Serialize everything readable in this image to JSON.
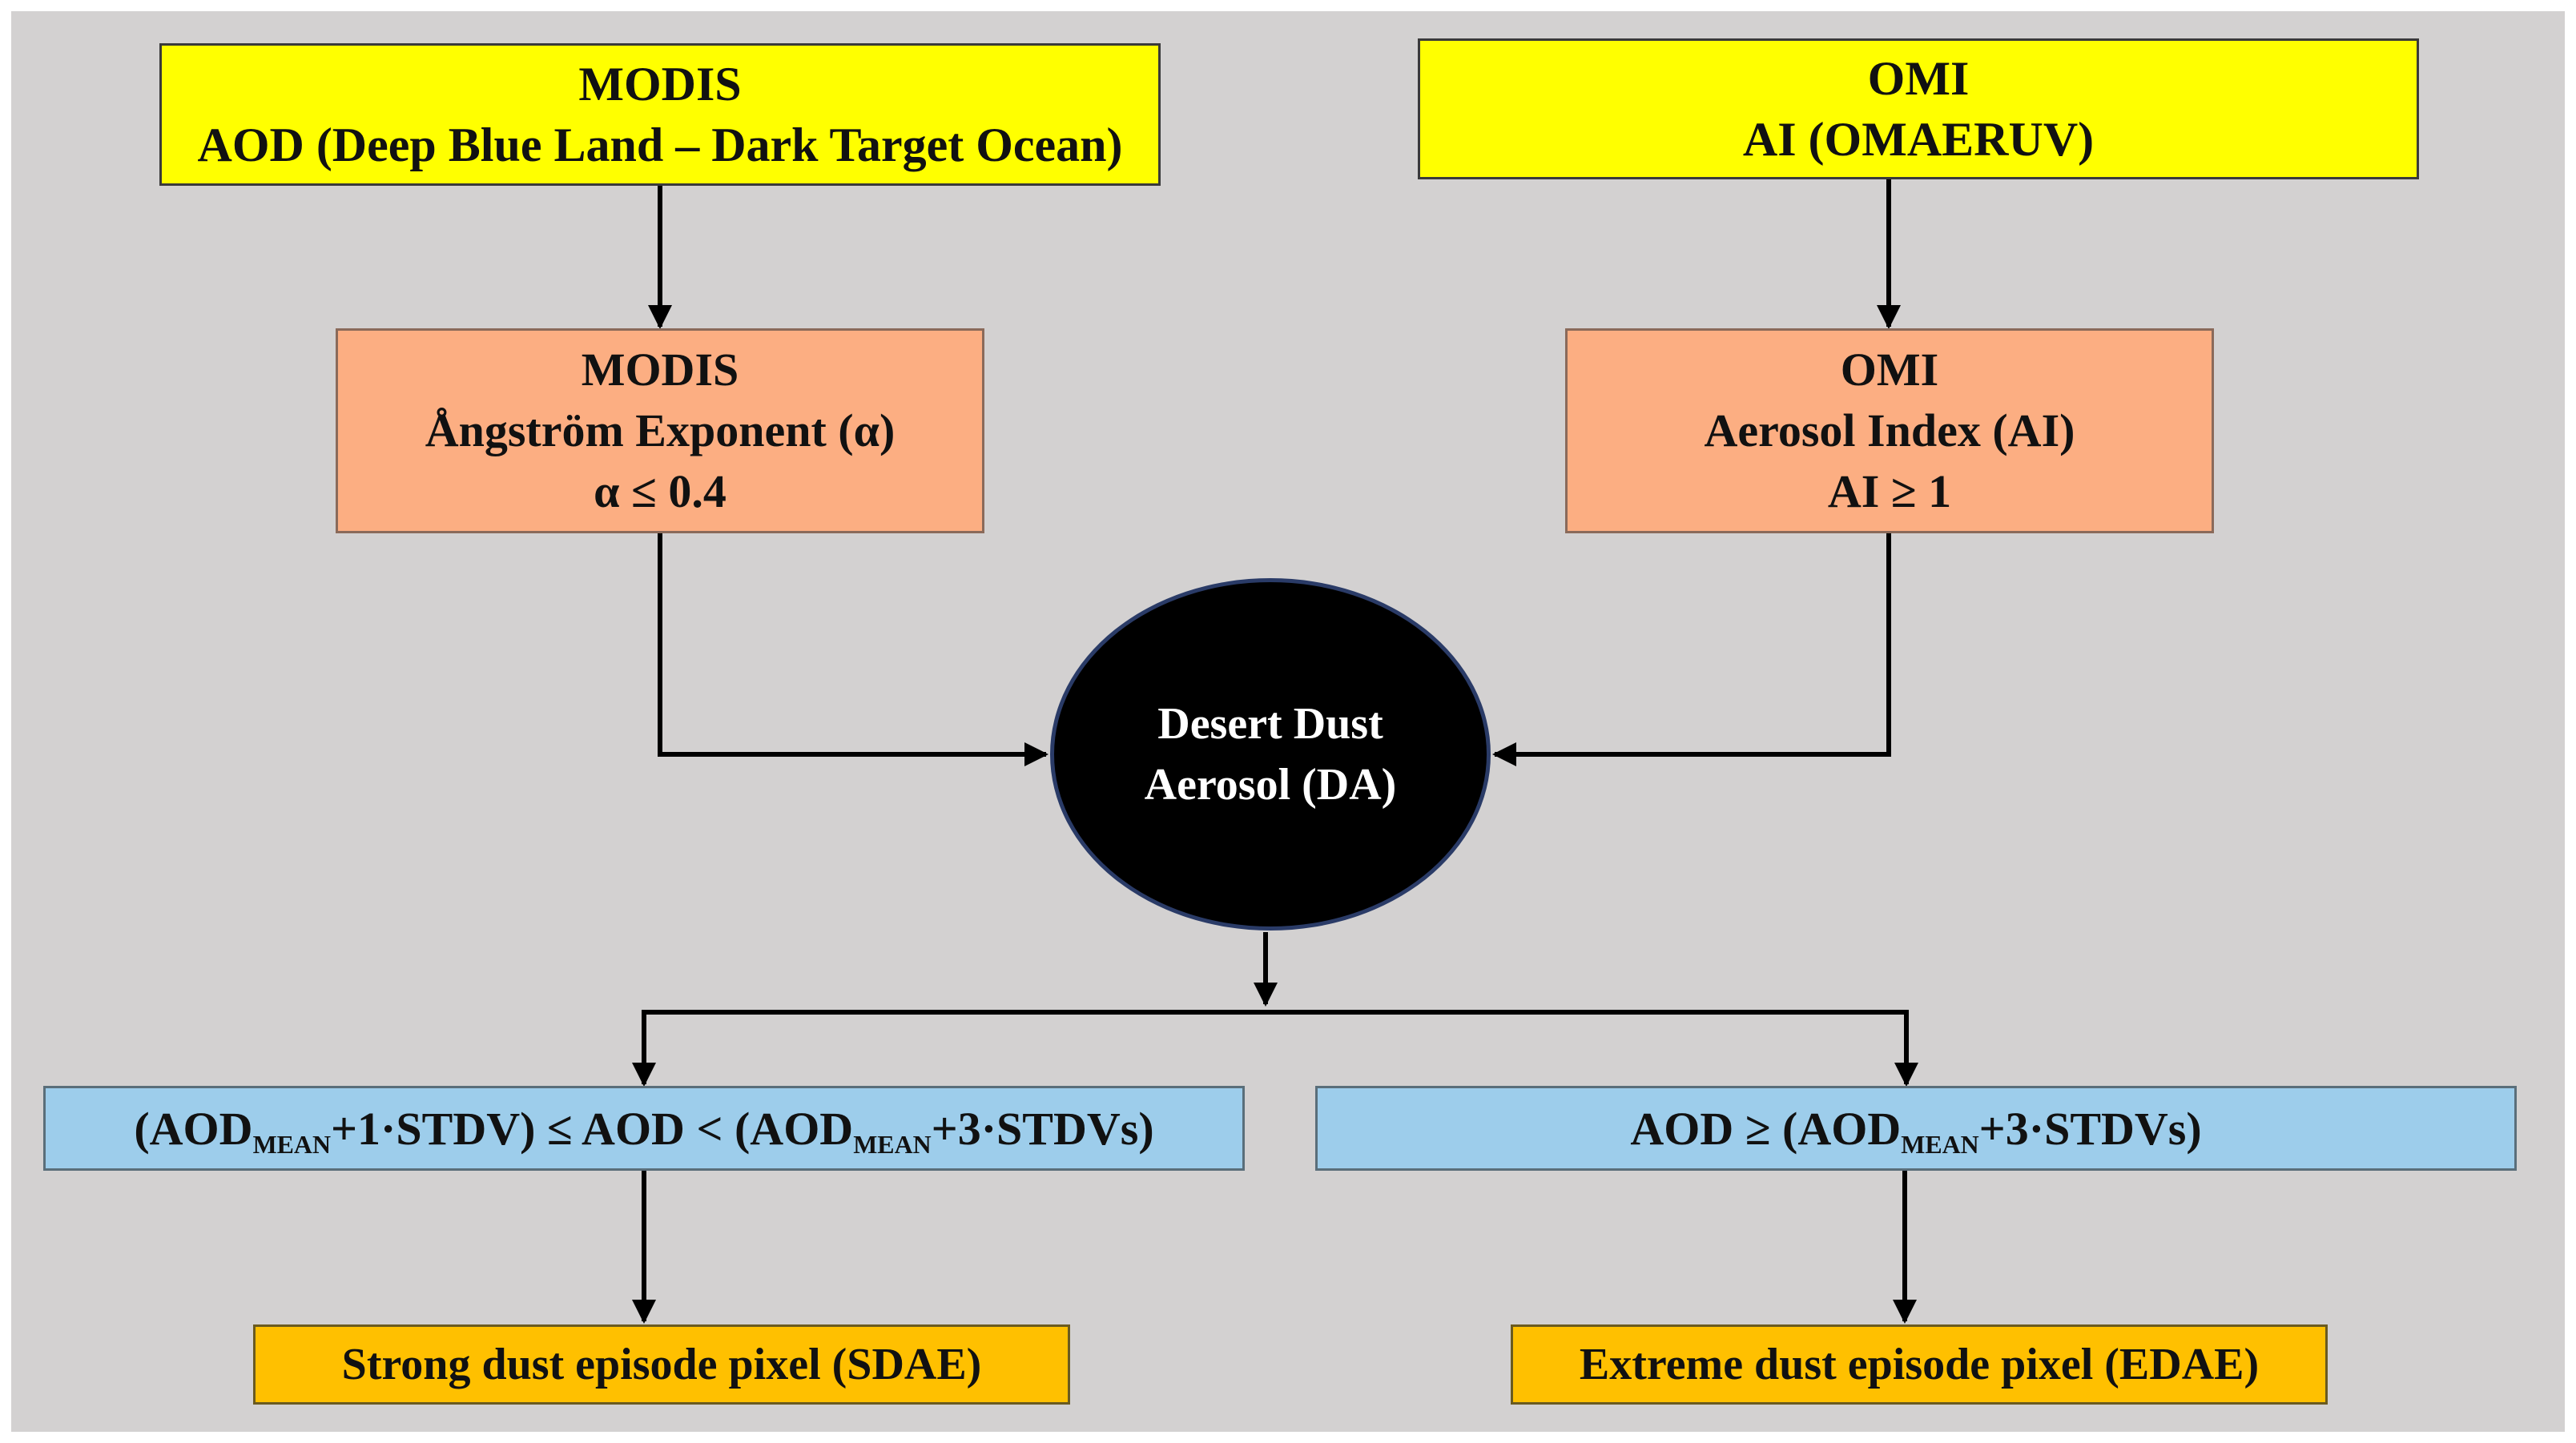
{
  "modis_aod": {
    "title": "MODIS",
    "subtitle": "AOD (Deep Blue Land – Dark Target Ocean)"
  },
  "omi_ai": {
    "title": "OMI",
    "subtitle": "AI (OMAERUV)"
  },
  "modis_alpha": {
    "title": "MODIS",
    "subtitle": "Ångström Exponent (α)",
    "condition": "α ≤ 0.4"
  },
  "omi_index": {
    "title": "OMI",
    "subtitle": "Aerosol Index (AI)",
    "condition": "AI ≥ 1"
  },
  "dust": {
    "line1": "Desert Dust",
    "line2": "Aerosol (DA)"
  },
  "strong_condition": {
    "p1": "(AOD",
    "sub1": "MEAN",
    "p2": "+1·STDV) ≤  AOD < (AOD",
    "sub2": "MEAN",
    "p3": "+3·STDVs)"
  },
  "extreme_condition": {
    "p1": "AOD ≥ (AOD",
    "sub1": "MEAN",
    "p2": "+3·STDVs)"
  },
  "strong_result": "Strong dust episode pixel (SDAE)",
  "extreme_result": "Extreme dust episode pixel (EDAE)",
  "colors": {
    "background": "#d3d1d1",
    "yellow": "#ffff00",
    "salmon": "#fcae82",
    "blue": "#9dcdeb",
    "orange": "#ffc000",
    "ellipse": "#000000"
  }
}
